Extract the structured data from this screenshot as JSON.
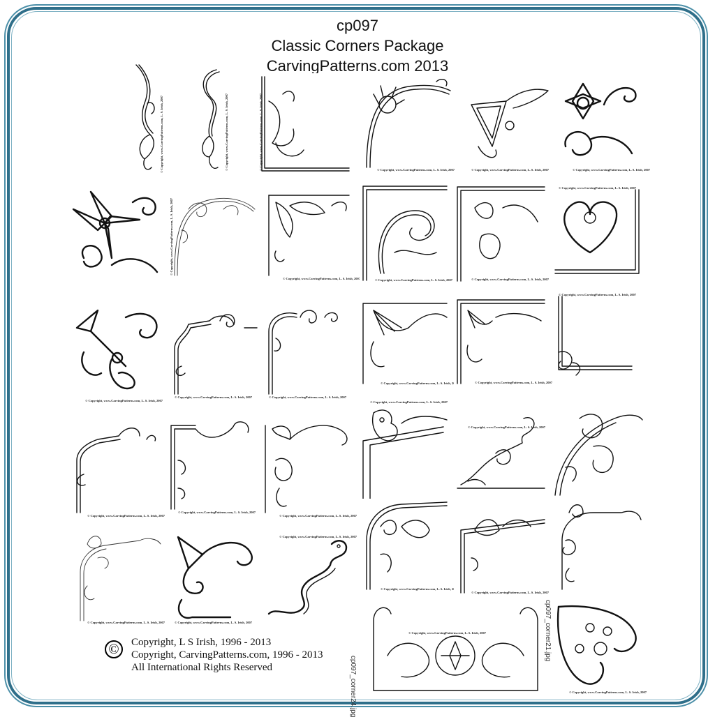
{
  "header": {
    "line1": "cp097",
    "line2": "Classic Corners Package",
    "line3": "CarvingPatterns.com 2013"
  },
  "tile_caption": "© Copyright, www.CarvingPatterns.com, L. S. Irish, 2007",
  "filenames": {
    "left": "cp097_corner24.jpg",
    "right": "cp097_corner21.jpg"
  },
  "copyright": {
    "symbol": "©",
    "line1": "Copyright, L S Irish, 1996 - 2013",
    "line2": "Copyright, CarvingPatterns.com, 1996 - 2013",
    "line3": "All International Rights Reserved"
  },
  "colors": {
    "frame_outer": "#4b8fa8",
    "frame_mid": "#2f6f8a",
    "line_art": "#111111"
  },
  "icons": {
    "copyright_symbol": "circle-c-icon"
  }
}
